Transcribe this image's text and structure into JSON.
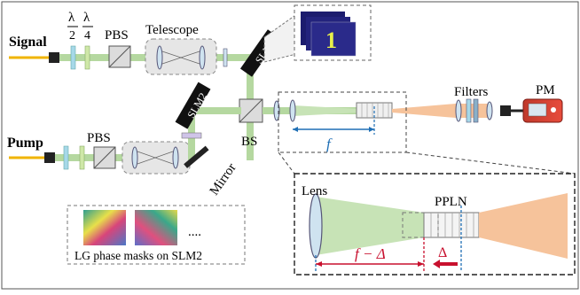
{
  "labels": {
    "signal": "Signal",
    "pump": "Pump",
    "half_wave_num": "λ",
    "half_wave_den": "2",
    "quarter_wave_num": "λ",
    "quarter_wave_den": "4",
    "pbs_top": "PBS",
    "pbs_bottom": "PBS",
    "telescope": "Telescope",
    "slm1": "SLM1",
    "slm2": "SLM2",
    "bs": "BS",
    "mirror": "Mirror",
    "filters": "Filters",
    "pm": "PM",
    "focal_f": "f",
    "lens": "Lens",
    "ppln": "PPLN",
    "f_minus_delta": "f − Δ",
    "delta": "Δ",
    "lg_masks_caption": "LG phase masks on SLM2",
    "ellipsis": "....",
    "slm_screen_digit": "1"
  },
  "colors": {
    "fiber": "#f0b400",
    "beam_green": "#b5d8a0",
    "beam_green_dark": "#7bb85f",
    "beam_orange": "#f6c39b",
    "focal_blue": "#1f6fb5",
    "dash_red": "#c8102e",
    "dash_blue": "#1f6fb5",
    "slm_screen": "#2a2a8a",
    "slm_digit": "#e8f04a"
  }
}
